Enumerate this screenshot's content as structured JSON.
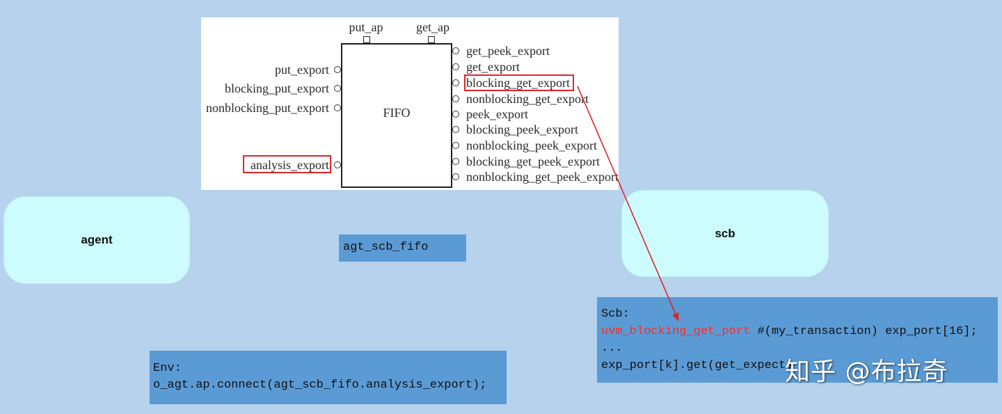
{
  "fifo": {
    "label": "FIFO",
    "top_ports": [
      {
        "label": "put_ap"
      },
      {
        "label": "get_ap"
      }
    ],
    "left_ports": [
      {
        "label": "put_export"
      },
      {
        "label": "blocking_put_export"
      },
      {
        "label": "nonblocking_put_export"
      },
      {
        "label": "analysis_export",
        "highlighted": true
      }
    ],
    "right_ports": [
      {
        "label": "get_peek_export"
      },
      {
        "label": "get_export"
      },
      {
        "label": "blocking_get_export",
        "highlighted": true
      },
      {
        "label": "nonblocking_get_export"
      },
      {
        "label": "peek_export"
      },
      {
        "label": "blocking_peek_export"
      },
      {
        "label": "nonblocking_peek_export"
      },
      {
        "label": "blocking_get_peek_export"
      },
      {
        "label": "nonblocking_get_peek_export"
      }
    ]
  },
  "agent": {
    "label": "agent"
  },
  "scb": {
    "label": "scb"
  },
  "fifo_instance": {
    "label": "agt_scb_fifo"
  },
  "env_code": {
    "lines": [
      "Env:",
      "o_agt.ap.connect(agt_scb_fifo.analysis_export);"
    ]
  },
  "scb_code": {
    "title": "Scb:",
    "port_type": "uvm_blocking_get_port",
    "port_decl_rest": " #(my_transaction) exp_port[16];",
    "ellipsis": "...",
    "get_call": "exp_port[k].get(get_expect)"
  },
  "watermark": "知乎 @布拉奇",
  "icons": {
    "port": "port-circle-icon",
    "analysis_port": "port-square-icon",
    "connector": "red-arrow"
  },
  "colors": {
    "background": "#b6d2ed",
    "block_fill": "#ccfcfd",
    "code_box_fill": "#5b9bd5",
    "highlight_red": "#e0242a",
    "code_keyword_red": "#ff2a24",
    "arrow_red": "#d8282b"
  }
}
